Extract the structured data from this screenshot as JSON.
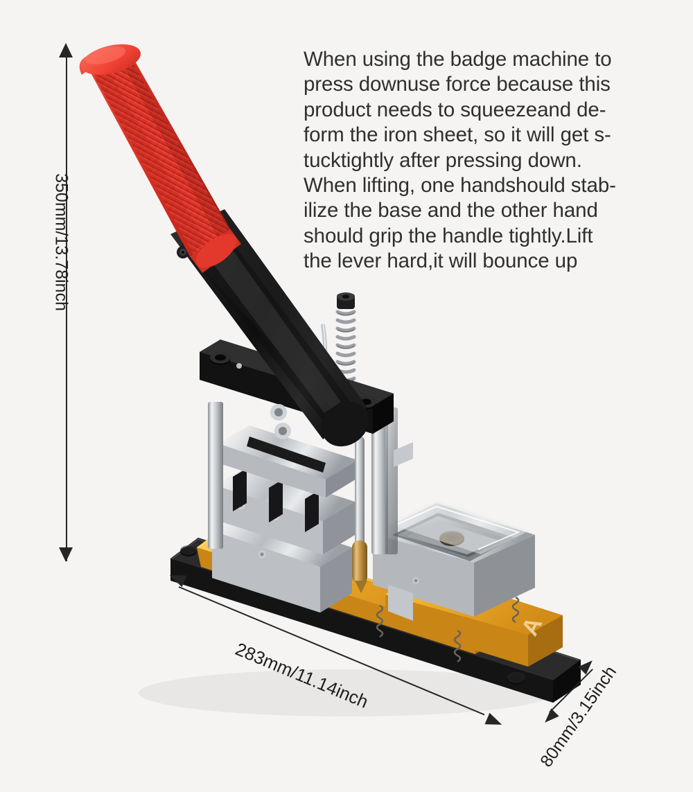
{
  "background_color": "#f5f4f3",
  "product": {
    "name": "badge-button-making-machine",
    "handle_color": "#ee3a2d",
    "frame_color": "#1a1a1a",
    "base_rail_color": "#e8a11e",
    "die_color": "#d8dادل"
  },
  "instructions": {
    "text": "When using the badge machine to\npress downuse force because this\nproduct needs to squeezeand de-\nform the iron sheet, so it will get s-\ntucktightly after pressing down.\nWhen lifting, one handshould stab-\nilize the base and the other hand\nshould grip the handle tightly.Lift\nthe lever hard,it will bounce up",
    "color": "#2f2f2f",
    "lines": [
      "When using the badge machine to",
      "press downuse force because this",
      "product needs to squeezeand de-",
      "form the iron sheet, so it will get s-",
      "tucktightly after pressing down.",
      "When lifting, one handshould stab-",
      "ilize the base and the other hand",
      "should grip the handle tightly.Lift",
      "the lever hard,it will bounce up"
    ]
  },
  "dimensions": {
    "height": {
      "label": "350mm/13.78inch",
      "value_mm": 350,
      "value_inch": 13.78,
      "orientation": "vertical"
    },
    "width": {
      "label": "283mm/11.14inch",
      "value_mm": 283,
      "value_inch": 11.14,
      "orientation": "horizontal-angled"
    },
    "depth": {
      "label": "80mm/3.15inch",
      "value_mm": 80,
      "value_inch": 3.15,
      "orientation": "diagonal"
    }
  },
  "markings": {
    "die_letter": "A"
  }
}
